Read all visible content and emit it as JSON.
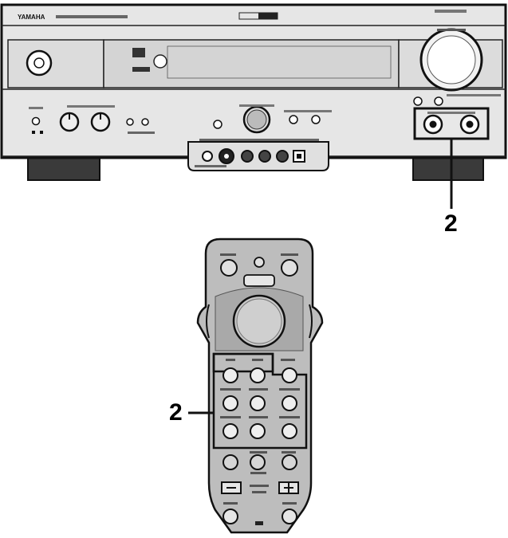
{
  "receiver": {
    "brand": "YAMAHA"
  },
  "callouts": {
    "receiver_step": "2",
    "remote_step": "2"
  },
  "colors": {
    "panel": "#e6e6e6",
    "panel_dark": "#cfcfcf",
    "remote_body": "#bdbdbd",
    "remote_body_dark": "#a8a8a8",
    "ink": "#111111"
  }
}
